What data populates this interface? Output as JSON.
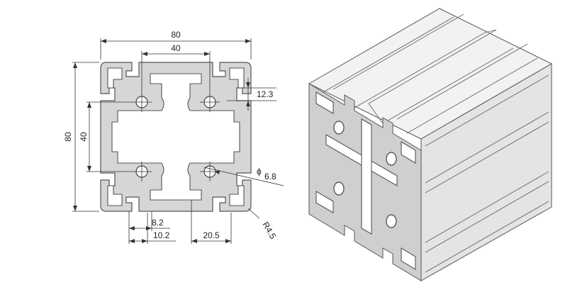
{
  "drawing": {
    "dims": {
      "overall_width": "80",
      "inner_width": "40",
      "overall_height": "80",
      "inner_height": "40",
      "slot_depth": "12.3",
      "hole_diameter": "6.8",
      "diameter_symbol": "ϕ",
      "corner_radius": "R4.5",
      "slot_opening": "8.2",
      "slot_width": "10.2",
      "spacing": "20.5"
    }
  }
}
